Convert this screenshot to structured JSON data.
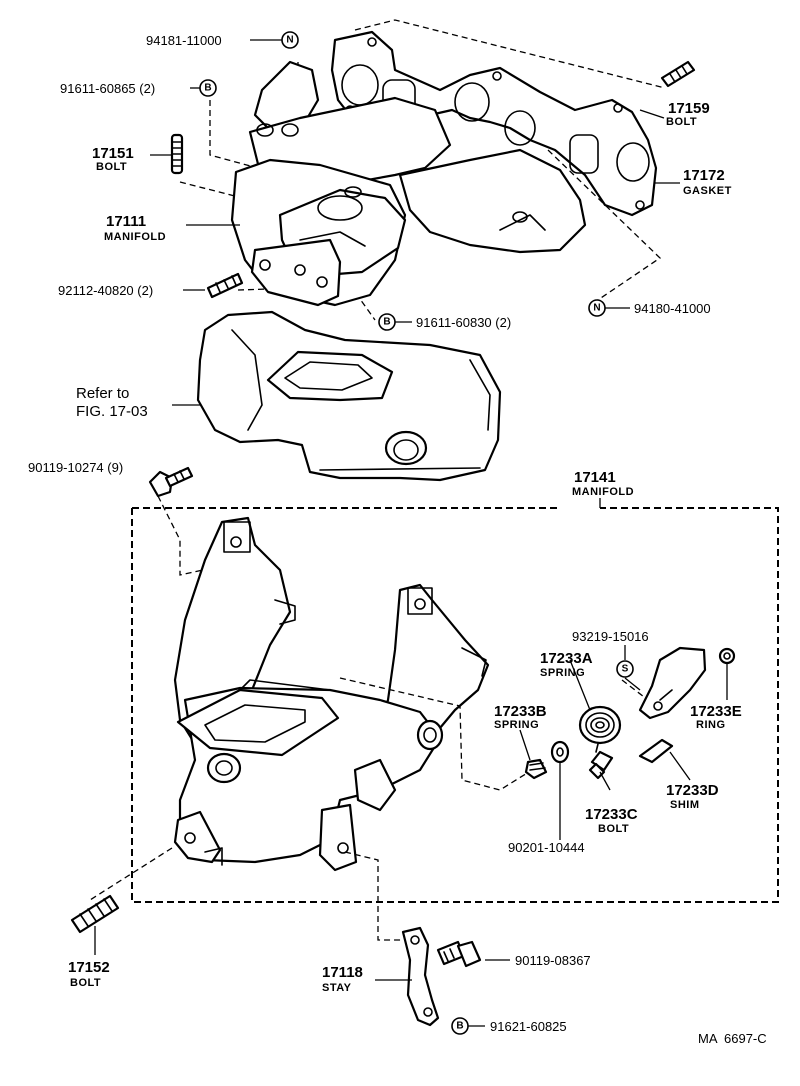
{
  "parts": {
    "p94181": {
      "number": "94181-11000",
      "symbol": "N"
    },
    "p91611a": {
      "number": "91611-60865 (2)",
      "symbol": "B"
    },
    "p17151": {
      "number": "17151",
      "name": "BOLT"
    },
    "p17111": {
      "number": "17111",
      "name": "MANIFOLD"
    },
    "p92112": {
      "number": "92112-40820 (2)"
    },
    "p17159": {
      "number": "17159",
      "name": "BOLT"
    },
    "p17172": {
      "number": "17172",
      "name": "GASKET"
    },
    "p94180": {
      "number": "94180-41000",
      "symbol": "N"
    },
    "p91611b": {
      "number": "91611-60830 (2)",
      "symbol": "B"
    },
    "p90119a": {
      "number": "90119-10274 (9)"
    },
    "p17141": {
      "number": "17141",
      "name": "MANIFOLD"
    },
    "p93219": {
      "number": "93219-15016",
      "symbol": "S"
    },
    "p17233A": {
      "number": "17233A",
      "name": "SPRING"
    },
    "p17233B": {
      "number": "17233B",
      "name": "SPRING"
    },
    "p17233E": {
      "number": "17233E",
      "name": "RING"
    },
    "p17233D": {
      "number": "17233D",
      "name": "SHIM"
    },
    "p17233C": {
      "number": "17233C",
      "name": "BOLT"
    },
    "p90201": {
      "number": "90201-10444"
    },
    "p17152": {
      "number": "17152",
      "name": "BOLT"
    },
    "p17118": {
      "number": "17118",
      "name": "STAY"
    },
    "p90119b": {
      "number": "90119-08367"
    },
    "p91621": {
      "number": "91621-60825",
      "symbol": "B"
    }
  },
  "reference": {
    "line1": "Refer to",
    "line2": "FIG. 17-03"
  },
  "figure_code": "MA  6697-C"
}
